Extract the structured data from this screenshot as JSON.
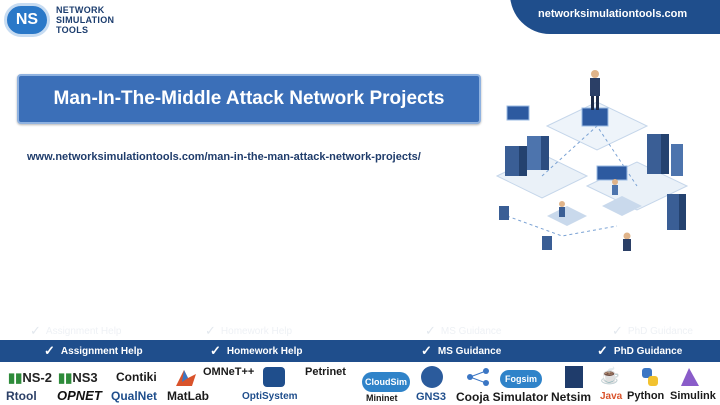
{
  "brand": {
    "logo_initials": "NS",
    "logo_lines": [
      "NETWORK",
      "SIMULATION",
      "TOOLS"
    ],
    "site": "networksimulationtools.com"
  },
  "main": {
    "title": "Man-In-The-Middle Attack Network Projects",
    "url": "www.networksimulationtools.com/man-in-the-man-attack-network-projects/"
  },
  "services": [
    {
      "label": "Assignment Help",
      "icon": "check-icon"
    },
    {
      "label": "Homework Help",
      "icon": "check-icon"
    },
    {
      "label": "MS  Guidance",
      "icon": "check-icon"
    },
    {
      "label": "PhD  Guidance",
      "icon": "check-icon"
    }
  ],
  "tools": [
    "NS-2",
    "NS3",
    "Contiki",
    "OMNeT++",
    "Petrinet",
    "CloudSim",
    "Fogsim",
    "Rtool",
    "OPNET",
    "QualNet",
    "MatLab",
    "OptiSystem",
    "Mininet",
    "GNS3",
    "Cooja Simulator",
    "Netsim",
    "Java",
    "Python",
    "Simulink"
  ],
  "colors": {
    "primary": "#1f4e8c",
    "title_bg": "#3b6fb8",
    "text_dark": "#1f3c6b"
  }
}
